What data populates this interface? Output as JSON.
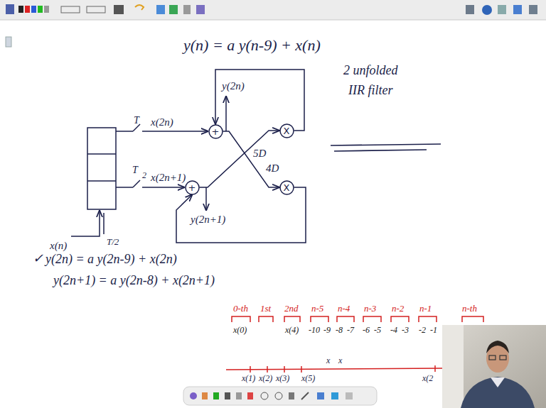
{
  "diagram": {
    "nodes": [
      {
        "text": [
          "+"
        ]
      },
      {
        "text": [
          "X"
        ]
      },
      {
        "text": [
          "+"
        ]
      },
      {
        "text": [
          "X"
        ]
      }
    ],
    "edges": [
      {
        "from": 2,
        "to": 1,
        "label": "5D",
        "arrow": "to"
      },
      {
        "from": 0,
        "to": 3,
        "label": "4D",
        "arrow": "to"
      },
      {
        "from": 1,
        "to": 0,
        "arrow": "to"
      },
      {
        "from": 3,
        "to": 2,
        "arrow": "to"
      }
    ],
    "labels": [
      "y(n) = a y(n-9) + x(n)",
      "2 unfolded",
      "IIR filter",
      "T",
      "x(2n)",
      "y(2n)",
      "T",
      "2",
      "x(2n+1)",
      "y(2n+1)",
      "x(n)",
      "T/2",
      "✓",
      "y(2n) = a y(2n-9) + x(2n)",
      "y(2n+1) = a y(2n-8) + x(2n+1)",
      "0-th",
      "1st",
      "2nd",
      "n-5",
      "n-4",
      "n-3",
      "n-2",
      "n-1",
      "n-th",
      "x(0)",
      "x(4)",
      "-10",
      "-9",
      "-8",
      "-7",
      "-6",
      "-5",
      "-4",
      "-3",
      "-2",
      "-1",
      "x(1)",
      "x(2)",
      "x(3)",
      "x(5)",
      "x",
      "x",
      "x(2"
    ]
  }
}
